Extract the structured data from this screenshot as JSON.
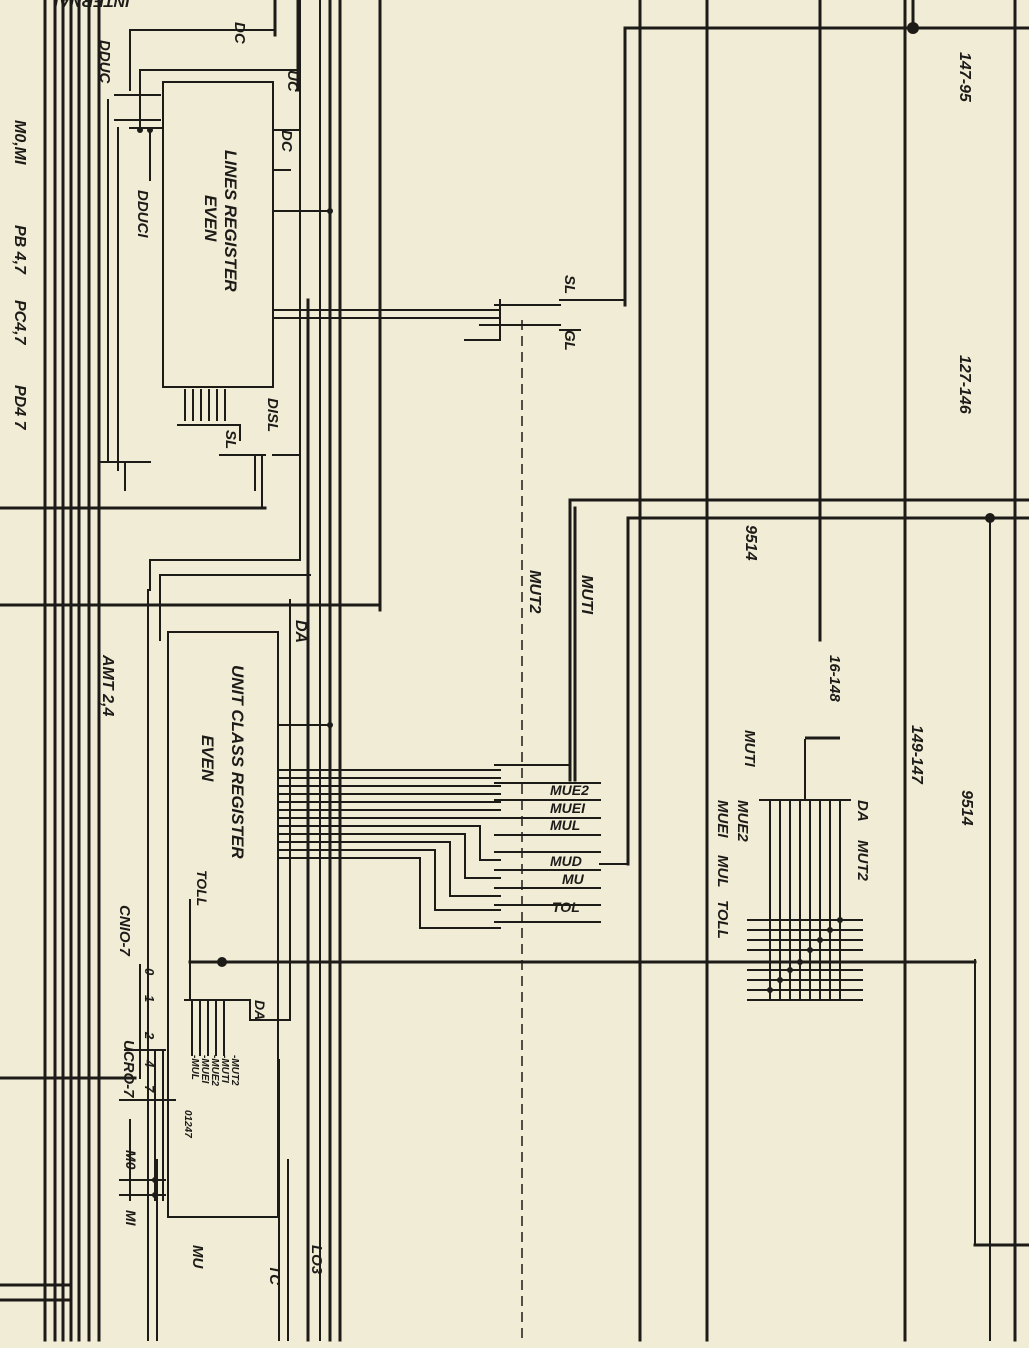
{
  "colors": {
    "paper": "#f1ecd6",
    "ink": "#1d1b18"
  },
  "labels": {
    "top_cut": "INTERNAL",
    "dc_1": "DC",
    "uc": "UC",
    "dc_2": "DC",
    "dduc": "DDUC",
    "dduci": "DDUCI",
    "m0_m1": "M0,MI",
    "pb": "PB 4,7",
    "pc": "PC4,7",
    "pd": "PD4 7",
    "lines_register_l1": "LINES REGISTER",
    "lines_register_l2": "EVEN",
    "disl": "DISL",
    "sl_1": "SL",
    "sl_2": "SL",
    "gl": "GL",
    "ref_147_95": "147-95",
    "ref_127_146": "127-146",
    "ref_9514_a": "9514",
    "ref_9514_b": "9514",
    "mut1_a": "MUTI",
    "mut2_a": "MUT2",
    "da_1": "DA",
    "amt": "AMT 2,4",
    "ucr_l1": "UNIT CLASS REGISTER",
    "ucr_l2": "EVEN",
    "toll_a": "TOLL",
    "mue2_a": "MUE2",
    "mue1_a": "MUEI",
    "mul_a": "MUL",
    "mud": "MUD",
    "mu_a": "MU",
    "tol": "TOL",
    "ref_16_148": "16-148",
    "ref_149_147": "149-147",
    "mut1_b": "MUTI",
    "mue2_b": "MUE2",
    "mue1_b": "MUEI",
    "mul_b": "MUL",
    "toll_b": "TOLL",
    "da_2": "DA",
    "mut2_b": "MUT2",
    "cnio": "CNIO-7",
    "ucro": "UCRO-7",
    "d0": "0",
    "d1": "1",
    "d2": "2",
    "d4": "4",
    "d7": "7",
    "da_3": "DA",
    "s_mut2": "-MUT2",
    "s_mut1": "-MUTI",
    "s_mue2": "-MUE2",
    "s_mue1": "-MUEI",
    "s_mul": "-MUL",
    "digits_01247": "01247",
    "m0": "M0",
    "mi": "MI",
    "mu_b": "MU",
    "tc": "TC",
    "lo3": "LO3"
  }
}
